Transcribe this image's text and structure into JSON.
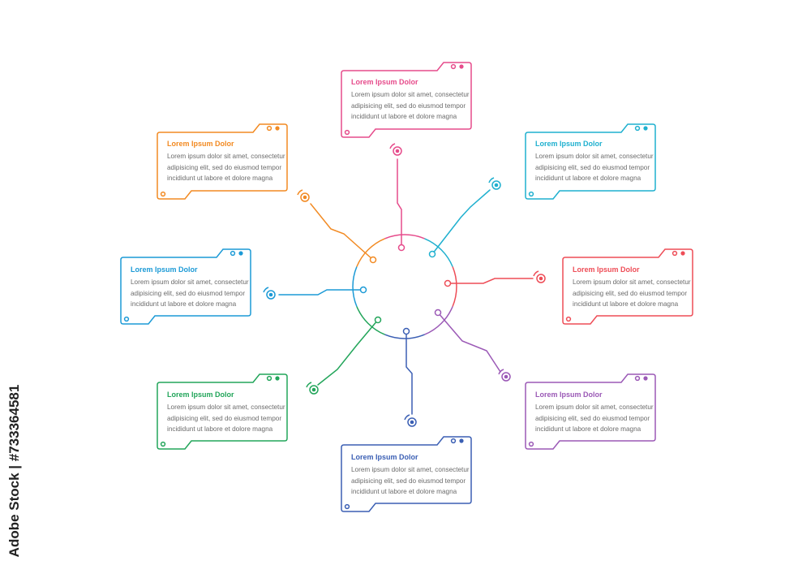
{
  "colors": {
    "pink": "#e64b8b",
    "cyan": "#1fb0cf",
    "red": "#ee4d57",
    "purple": "#9b59b6",
    "blue": "#3b5fb4",
    "green": "#22a55a",
    "sky": "#1c9ad6",
    "orange": "#f28a22",
    "text": "#6b6b6b"
  },
  "cards": [
    {
      "id": "top",
      "color": "pink",
      "title": "Lorem Ipsum Dolor",
      "body": "Lorem ipsum dolor sit amet, consectetur adipisicing elit, sed do eiusmod tempor incididunt ut labore et dolore magna"
    },
    {
      "id": "top-right",
      "color": "cyan",
      "title": "Lorem Ipsum Dolor",
      "body": "Lorem ipsum dolor sit amet, consectetur adipisicing elit, sed do eiusmod tempor incididunt ut labore et dolore magna"
    },
    {
      "id": "right",
      "color": "red",
      "title": "Lorem Ipsum Dolor",
      "body": "Lorem ipsum dolor sit amet, consectetur adipisicing elit, sed do eiusmod tempor incididunt ut labore et dolore magna"
    },
    {
      "id": "bottom-right",
      "color": "purple",
      "title": "Lorem Ipsum Dolor",
      "body": "Lorem ipsum dolor sit amet, consectetur adipisicing elit, sed do eiusmod tempor incididunt ut labore et dolore magna"
    },
    {
      "id": "bottom",
      "color": "blue",
      "title": "Lorem Ipsum Dolor",
      "body": "Lorem ipsum dolor sit amet, consectetur adipisicing elit, sed do eiusmod tempor incididunt ut labore et dolore magna"
    },
    {
      "id": "bottom-left",
      "color": "green",
      "title": "Lorem Ipsum Dolor",
      "body": "Lorem ipsum dolor sit amet, consectetur adipisicing elit, sed do eiusmod tempor incididunt ut labore et dolore magna"
    },
    {
      "id": "left",
      "color": "sky",
      "title": "Lorem Ipsum Dolor",
      "body": "Lorem ipsum dolor sit amet, consectetur adipisicing elit, sed do eiusmod tempor incididunt ut labore et dolore magna"
    },
    {
      "id": "top-left",
      "color": "orange",
      "title": "Lorem Ipsum Dolor",
      "body": "Lorem ipsum dolor sit amet, consectetur adipisicing elit, sed do eiusmod tempor incididunt ut labore et dolore magna"
    }
  ],
  "watermark": {
    "stock_id": "Adobe Stock | #733364581"
  }
}
